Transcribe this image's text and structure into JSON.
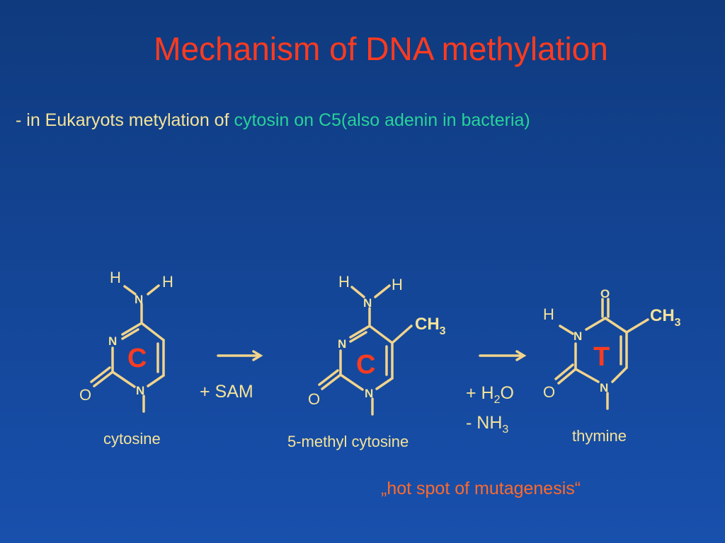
{
  "slide": {
    "title": "Mechanism of DNA methylation",
    "subtitle_prefix": "- in Eukaryots metylation of ",
    "subtitle_highlight": "cytosin on C5(also adenin in bacteria)",
    "footnote": "„hot spot of mutagenesis“"
  },
  "colors": {
    "background_top": "#0f3a7e",
    "background_bottom": "#1850ad",
    "title": "#ff3b1f",
    "bond": "#f1d48c",
    "atom_text": "#f4e39a",
    "ring_letter": "#ff3b1f",
    "highlight": "#27d39a",
    "footnote": "#ff6a2a"
  },
  "molecules": {
    "cytosine": {
      "name": "cytosine",
      "ring_letter": "C",
      "atoms": {
        "h1": "H",
        "h2": "H",
        "n_amino": "N",
        "n3": "N",
        "n1": "N",
        "o": "O"
      }
    },
    "methylcytosine": {
      "name": "5-methyl cytosine",
      "ring_letter": "C",
      "atoms": {
        "h1": "H",
        "h2": "H",
        "n_amino": "N",
        "n3": "N",
        "n1": "N",
        "o": "O",
        "methyl": "CH",
        "methyl_sub": "3"
      }
    },
    "thymine": {
      "name": "thymine",
      "ring_letter": "T",
      "atoms": {
        "h": "H",
        "o_top": "O",
        "n3": "N",
        "n1": "N",
        "o": "O",
        "methyl": "CH",
        "methyl_sub": "3"
      }
    }
  },
  "reactions": {
    "step1": {
      "reagent": "+ SAM"
    },
    "step2": {
      "water_prefix": "+ H",
      "water_sub": "2",
      "water_suffix": "O",
      "ammonia_prefix": "- NH",
      "ammonia_sub": "3"
    }
  }
}
